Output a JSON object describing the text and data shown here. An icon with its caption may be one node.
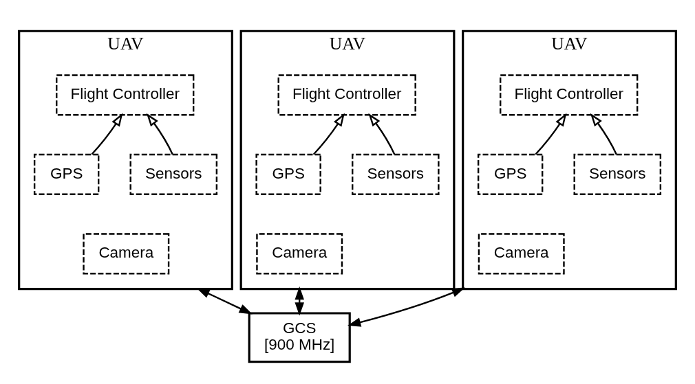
{
  "diagram": {
    "nodes": [
      {
        "text": [
          "UAV"
        ]
      },
      {
        "text": [
          "Flight Controller"
        ],
        "in": 0
      },
      {
        "text": [
          "GPS"
        ],
        "in": 0
      },
      {
        "text": [
          "Sensors"
        ],
        "in": 0
      },
      {
        "text": [
          "Camera"
        ],
        "in": 0
      },
      {
        "text": [
          "UAV"
        ]
      },
      {
        "text": [
          "Flight Controller"
        ],
        "in": 5
      },
      {
        "text": [
          "GPS"
        ],
        "in": 5
      },
      {
        "text": [
          "Sensors"
        ],
        "in": 5
      },
      {
        "text": [
          "Camera"
        ],
        "in": 5
      },
      {
        "text": [
          "UAV"
        ]
      },
      {
        "text": [
          "Flight Controller"
        ],
        "in": 10
      },
      {
        "text": [
          "GPS"
        ],
        "in": 10
      },
      {
        "text": [
          "Sensors"
        ],
        "in": 10
      },
      {
        "text": [
          "Camera"
        ],
        "in": 10
      },
      {
        "text": [
          "GCS",
          "[900 MHz]"
        ]
      }
    ],
    "edges": [
      {
        "from": 2,
        "to": 1,
        "arrow": "to"
      },
      {
        "from": 3,
        "to": 1,
        "arrow": "to"
      },
      {
        "from": 7,
        "to": 6,
        "arrow": "to"
      },
      {
        "from": 8,
        "to": 6,
        "arrow": "to"
      },
      {
        "from": 12,
        "to": 11,
        "arrow": "to"
      },
      {
        "from": 13,
        "to": 11,
        "arrow": "to"
      },
      {
        "from": 0,
        "to": 15,
        "arrow": "both"
      },
      {
        "from": 5,
        "to": 15,
        "arrow": "both"
      },
      {
        "from": 10,
        "to": 15,
        "arrow": "both"
      }
    ]
  }
}
